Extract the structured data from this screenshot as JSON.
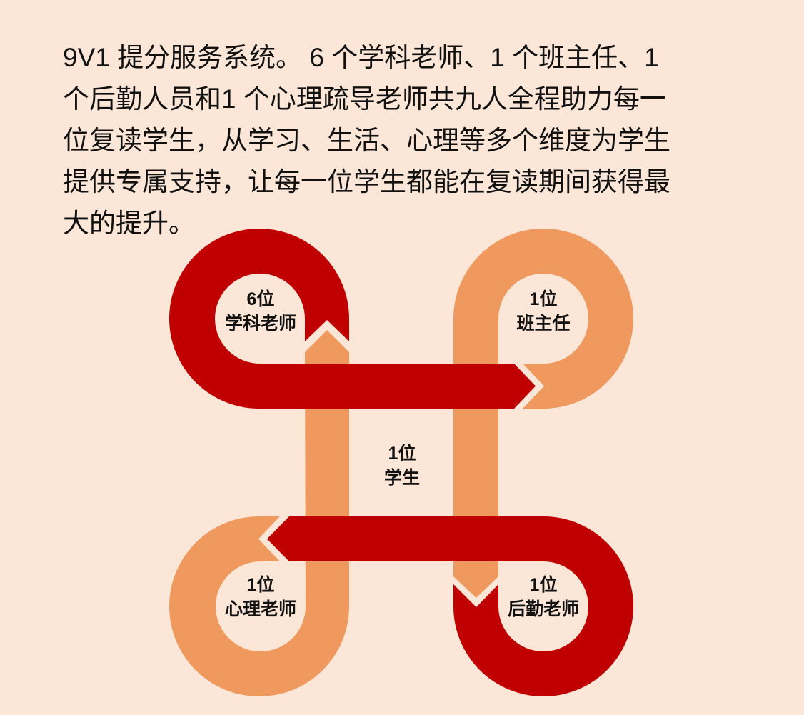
{
  "intro": {
    "lines": [
      " 9V1 提分服务系统。 6 个学科老师、1 个班主任、1",
      "个后勤人员和1 个心理疏导老师共九人全程助力每一",
      "位复读学生，从学习、生活、心理等多个维度为学生",
      "提供专属支持，让每一位学生都能在复读期间获得最",
      "大的提升。"
    ]
  },
  "diagram": {
    "colors": {
      "red": "#c00000",
      "orange": "#f0995e",
      "background": "#fce6d7"
    },
    "nodes": {
      "subject_teachers": {
        "count": "6位",
        "role": "学科老师"
      },
      "head_teacher": {
        "count": "1位",
        "role": "班主任"
      },
      "student": {
        "count": "1位",
        "role": "学生"
      },
      "counselor": {
        "count": "1位",
        "role": "心理老师"
      },
      "logistics": {
        "count": "1位",
        "role": "后勤老师"
      }
    }
  }
}
